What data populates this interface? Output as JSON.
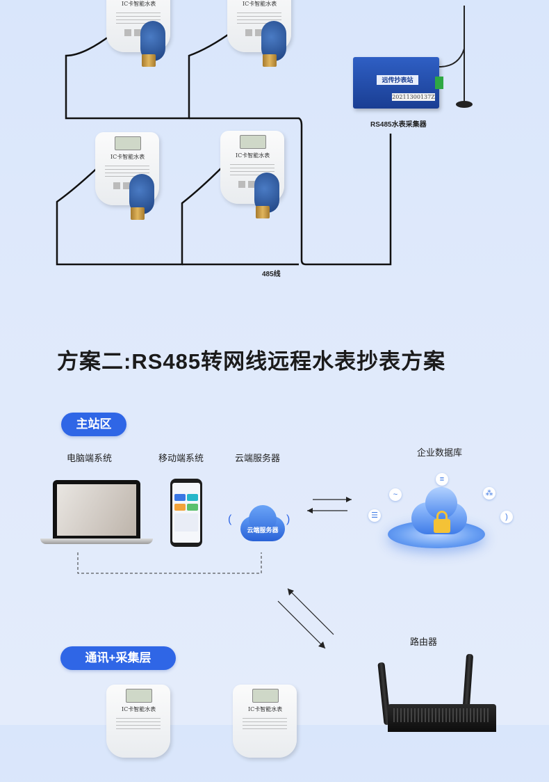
{
  "diagram_top": {
    "collector_label": "RS485水表采集器",
    "collector_screen_text": "远传抄表站",
    "collector_serial": "20211300137Z",
    "cable_label": "485线",
    "meter_text": "IC卡智能水表"
  },
  "section": {
    "title": "方案二:RS485转网线远程水表抄表方案"
  },
  "master_station": {
    "badge": "主站区",
    "items": [
      {
        "label": "电脑端系统"
      },
      {
        "label": "移动端系统"
      },
      {
        "label": "云端服务器"
      }
    ],
    "cloud_badge_text": "云端服务器",
    "database_label": "企业数据库"
  },
  "comm_layer": {
    "badge": "通讯+采集层",
    "router_label": "路由器"
  },
  "icons": [
    "wifi-signal-icon",
    "arrow-right-icon",
    "arrow-left-icon",
    "lock-icon",
    "database-icon",
    "chart-icon",
    "network-icon",
    "rss-icon",
    "list-icon"
  ],
  "colors": {
    "accent": "#2f66e6",
    "background": "#dfe9fb"
  }
}
